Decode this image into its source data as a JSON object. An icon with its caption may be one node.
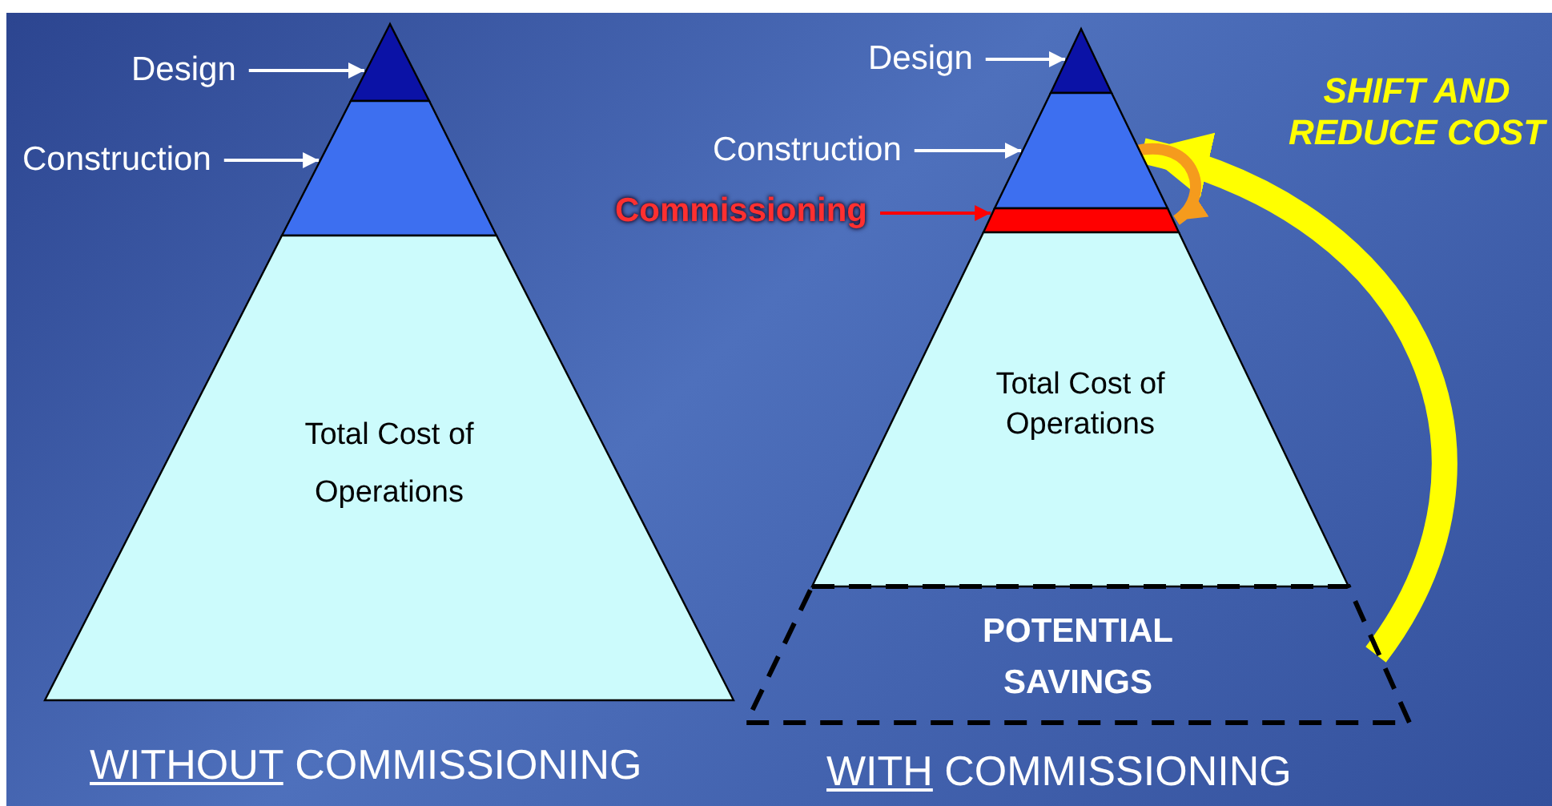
{
  "diagram": {
    "nodes": [
      {
        "text": [
          "Design"
        ]
      },
      {
        "text": [],
        "shape": "triangle"
      },
      {
        "text": [
          "Construction"
        ]
      },
      {
        "text": [],
        "shape": "trapezoid"
      },
      {
        "text": [
          "Total Cost of Operations"
        ]
      },
      {
        "text": [
          "Design"
        ]
      },
      {
        "text": [],
        "shape": "triangle"
      },
      {
        "text": [
          "Construction"
        ]
      },
      {
        "text": [],
        "shape": "trapezoid"
      },
      {
        "text": [
          "Commissioning"
        ]
      },
      {
        "text": [],
        "shape": "trapezoid"
      },
      {
        "text": [
          "Total Cost of Operations"
        ]
      },
      {
        "text": [
          "POTENTIAL SAVINGS"
        ]
      }
    ],
    "edges": [
      {
        "from": 0,
        "to": 1,
        "arrow": "to"
      },
      {
        "from": 2,
        "to": 3,
        "arrow": "to"
      },
      {
        "from": 5,
        "to": 6,
        "arrow": "to"
      },
      {
        "from": 7,
        "to": 8,
        "arrow": "to"
      },
      {
        "from": 9,
        "to": 10,
        "arrow": "to",
        "color": "#ff0000"
      },
      {
        "from": 12,
        "to": 8,
        "arrow": "to",
        "style": "thick",
        "color": "#ffff00"
      },
      {
        "from": 8,
        "to": 10,
        "arrow": "to",
        "style": "thick",
        "color": "#f59b1d"
      }
    ],
    "labels": [
      "SHIFT AND REDUCE COST",
      "WITHOUT COMMISSIONING",
      "WITH COMMISSIONING"
    ]
  }
}
